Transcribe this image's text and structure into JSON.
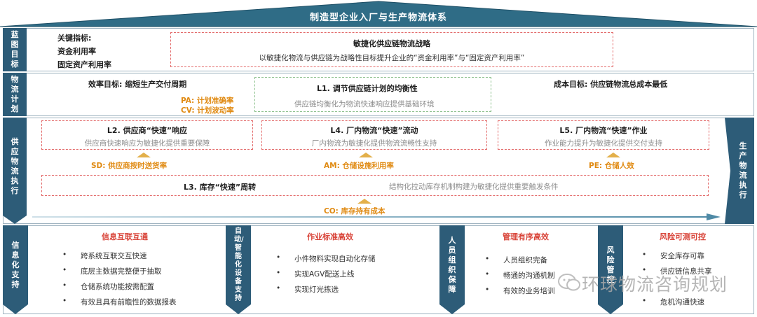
{
  "header": {
    "title": "制造型企业入厂与生产物流体系"
  },
  "row1": {
    "tag": "蓝图目标",
    "kpi_title": "关键指标:",
    "kpi_items": [
      "资金利用率",
      "固定资产利用率"
    ],
    "strategy_title": "敏捷化供应链物流战略",
    "strategy_desc": "以敏捷化物流与供应链为战略性目标提升企业的“资金利用率”与“固定资产利用率”"
  },
  "row2": {
    "tag": "物流计划",
    "efficiency_goal": "效率目标: 缩短生产交付周期",
    "pa": "PA: 计划准确率",
    "cv": "CV: 计划波动率",
    "l1_title": "L1.  调节供应链计划的均衡性",
    "l1_desc": "供应链均衡化为物流快速响应提供基础环境",
    "cost_goal": "成本目标: 供应链物流总成本最低"
  },
  "row3": {
    "tag": "供应物流执行",
    "right_tag": "生产物流执行",
    "l2_title": "L2.  供应商“快速”响应",
    "l2_desc": "供应商快速响应为敏捷化提供重要保障",
    "l4_title": "L4.  厂内物流“快速”流动",
    "l4_desc": "厂内物流为敏捷化提供物流流畅性支持",
    "l5_title": "L5.  厂内物流“快速”作业",
    "l5_desc": "作业能力提升为敏捷化提供交付支持",
    "sd": "SD: 供应商按时送货率",
    "am": "AM: 仓储设施利用率",
    "pe": "PE: 仓储人效",
    "l3_title": "L3.  库存“快速”周转",
    "l3_desc": "结构化拉动库存机制构建为敏捷化提供重要触发条件",
    "co": "CO: 库存持有成本"
  },
  "row4": {
    "tag_info": "信息化支持",
    "info_title": "信息互联互通",
    "info_items": [
      "跨系统互联交互快速",
      "底层主数据完整便于抽取",
      "仓储系统功能按需配置",
      "有效且具有前瞻性的数据报表"
    ],
    "tag_auto": "自动/智能化设备支持",
    "std_title": "作业标准高效",
    "std_items": [
      "小件物料实现自动化存储",
      "实现AGV配送上线",
      "实现灯光拣选"
    ],
    "tag_people": "人员组织保障",
    "mgmt_title": "管理有序高效",
    "mgmt_items": [
      "人员组织完备",
      "畅通的沟通机制",
      "有效的业务培训"
    ],
    "tag_risk": "风险管控",
    "risk_title": "风险可测可控",
    "risk_items": [
      "安全库存可靠",
      "供应链信息共享",
      "危机沟通快速"
    ]
  },
  "watermark": "环球物流咨询规划",
  "colors": {
    "tag_bg": "#2d5c78",
    "roof": "#2f6c86",
    "accent_orange": "#e08a12",
    "accent_red": "#d9453a"
  }
}
